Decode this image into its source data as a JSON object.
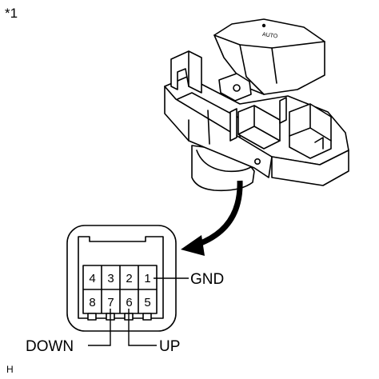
{
  "figure": {
    "ref_mark": "*1",
    "corner_mark": "H",
    "switch_label": "AUTO"
  },
  "connector": {
    "top_row": [
      "4",
      "3",
      "2",
      "1"
    ],
    "bottom_row": [
      "8",
      "7",
      "6",
      "5"
    ]
  },
  "callouts": {
    "gnd": "GND",
    "down": "DOWN",
    "up": "UP"
  }
}
